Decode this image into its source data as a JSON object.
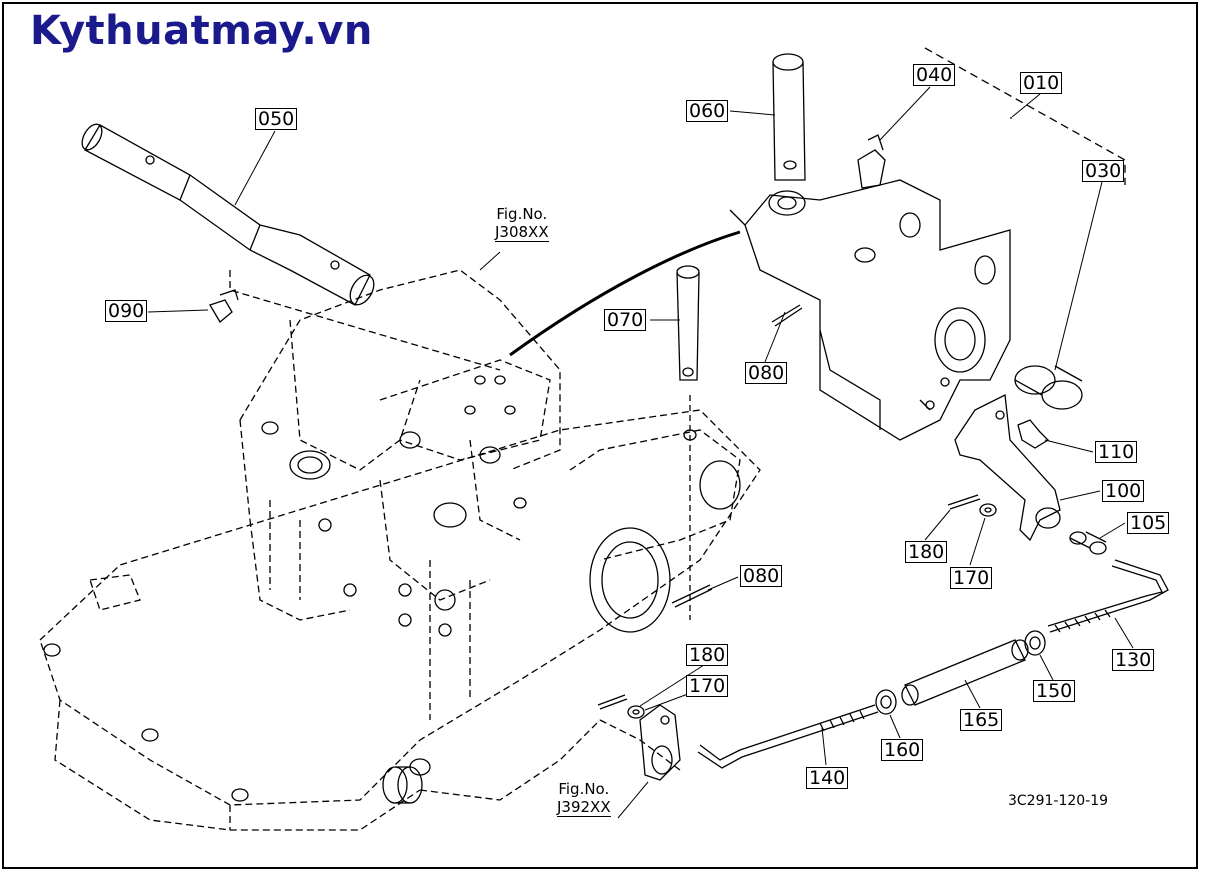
{
  "watermark": "Kythuatmay.vn",
  "diagram_code": "3C291-120-19",
  "fig_refs": [
    {
      "label": "Fig.No.",
      "code": "J308XX"
    },
    {
      "label": "Fig.No.",
      "code": "J392XX"
    }
  ],
  "callouts": {
    "p010": "010",
    "p030": "030",
    "p040": "040",
    "p050": "050",
    "p060": "060",
    "p070": "070",
    "p080_top": "080",
    "p080_mid": "080",
    "p090": "090",
    "p100": "100",
    "p105": "105",
    "p110": "110",
    "p130": "130",
    "p140": "140",
    "p150": "150",
    "p160": "160",
    "p165": "165",
    "p170_upper": "170",
    "p170_lower": "170",
    "p180_upper": "180",
    "p180_lower": "180"
  }
}
